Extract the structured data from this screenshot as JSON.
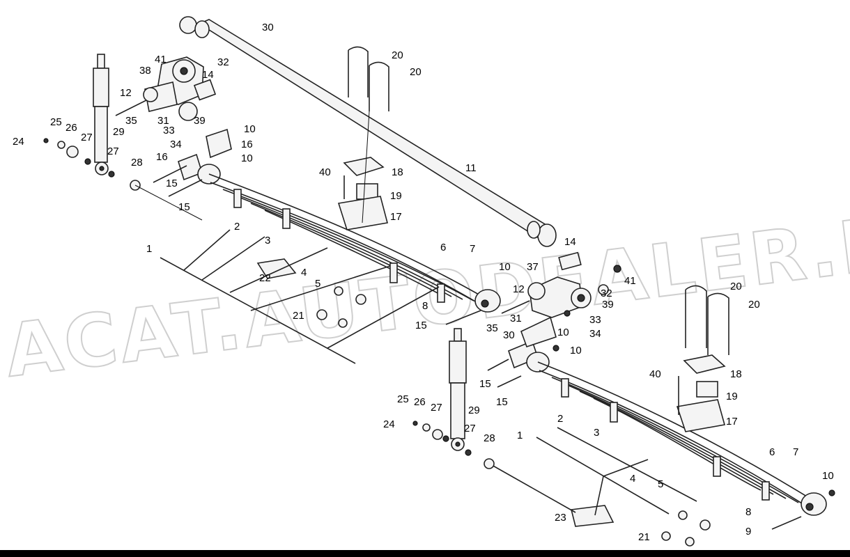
{
  "watermark": "ACAT.AUTODEALER.RU",
  "colors": {
    "lines": "#222222",
    "watermark": "#cfcfcf",
    "bottom_bar": "#000000"
  },
  "callouts": [
    {
      "n": "30"
    },
    {
      "n": "32"
    },
    {
      "n": "20"
    },
    {
      "n": "20"
    },
    {
      "n": "41"
    },
    {
      "n": "38"
    },
    {
      "n": "14"
    },
    {
      "n": "12"
    },
    {
      "n": "35"
    },
    {
      "n": "31"
    },
    {
      "n": "39"
    },
    {
      "n": "33"
    },
    {
      "n": "29"
    },
    {
      "n": "10"
    },
    {
      "n": "25"
    },
    {
      "n": "26"
    },
    {
      "n": "24"
    },
    {
      "n": "27"
    },
    {
      "n": "16"
    },
    {
      "n": "34"
    },
    {
      "n": "16"
    },
    {
      "n": "10"
    },
    {
      "n": "27"
    },
    {
      "n": "28"
    },
    {
      "n": "15"
    },
    {
      "n": "15"
    },
    {
      "n": "40"
    },
    {
      "n": "18"
    },
    {
      "n": "11"
    },
    {
      "n": "19"
    },
    {
      "n": "17"
    },
    {
      "n": "2"
    },
    {
      "n": "1"
    },
    {
      "n": "3"
    },
    {
      "n": "22"
    },
    {
      "n": "4"
    },
    {
      "n": "5"
    },
    {
      "n": "6"
    },
    {
      "n": "7"
    },
    {
      "n": "8"
    },
    {
      "n": "21"
    },
    {
      "n": "14"
    },
    {
      "n": "37"
    },
    {
      "n": "41"
    },
    {
      "n": "10"
    },
    {
      "n": "12"
    },
    {
      "n": "32"
    },
    {
      "n": "39"
    },
    {
      "n": "15"
    },
    {
      "n": "35"
    },
    {
      "n": "31"
    },
    {
      "n": "10"
    },
    {
      "n": "33"
    },
    {
      "n": "34"
    },
    {
      "n": "30"
    },
    {
      "n": "10"
    },
    {
      "n": "20"
    },
    {
      "n": "20"
    },
    {
      "n": "40"
    },
    {
      "n": "18"
    },
    {
      "n": "15"
    },
    {
      "n": "15"
    },
    {
      "n": "19"
    },
    {
      "n": "29"
    },
    {
      "n": "25"
    },
    {
      "n": "26"
    },
    {
      "n": "27"
    },
    {
      "n": "24"
    },
    {
      "n": "27"
    },
    {
      "n": "2"
    },
    {
      "n": "17"
    },
    {
      "n": "28"
    },
    {
      "n": "1"
    },
    {
      "n": "3"
    },
    {
      "n": "4"
    },
    {
      "n": "5"
    },
    {
      "n": "6"
    },
    {
      "n": "7"
    },
    {
      "n": "10"
    },
    {
      "n": "8"
    },
    {
      "n": "23"
    },
    {
      "n": "9"
    },
    {
      "n": "21"
    }
  ]
}
